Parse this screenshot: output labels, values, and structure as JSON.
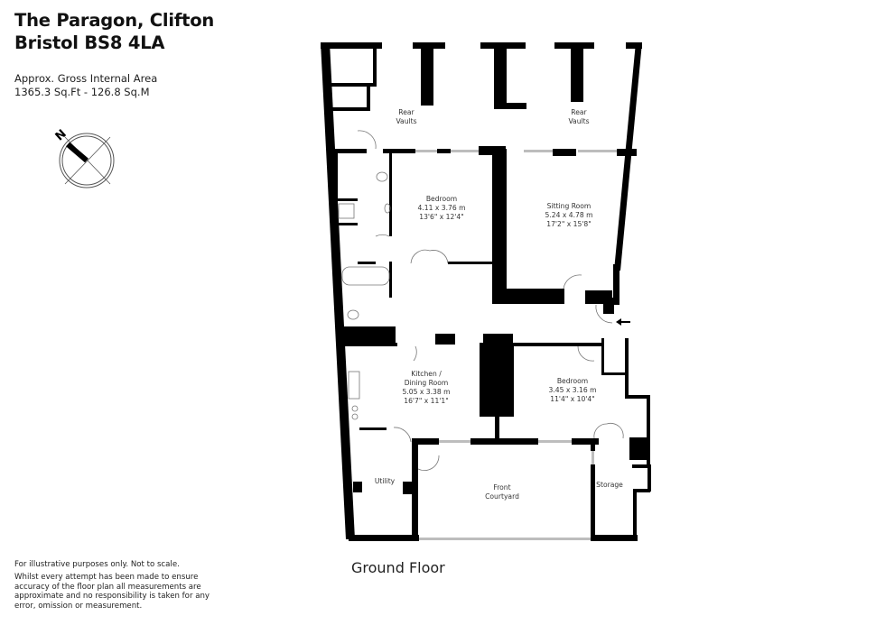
{
  "header": {
    "title_line1": "The Paragon, Clifton",
    "title_line2": "Bristol BS8 4LA",
    "area_label": "Approx. Gross Internal Area",
    "area_value": "1365.3 Sq.Ft - 126.8 Sq.M"
  },
  "compass": {
    "north_label": "N"
  },
  "floor": {
    "label": "Ground Floor"
  },
  "rooms": {
    "rear_vaults_left": {
      "name": "Rear",
      "name2": "Vaults"
    },
    "rear_vaults_right": {
      "name": "Rear",
      "name2": "Vaults"
    },
    "bedroom1": {
      "name": "Bedroom",
      "metric": "4.11 x 3.76 m",
      "imperial": "13'6\" x 12'4\""
    },
    "sitting_room": {
      "name": "Sitting Room",
      "metric": "5.24 x 4.78 m",
      "imperial": "17'2\" x 15'8\""
    },
    "kitchen": {
      "name": "Kitchen /",
      "name2": "Dining Room",
      "metric": "5.05 x 3.38 m",
      "imperial": "16'7\" x 11'1\""
    },
    "bedroom2": {
      "name": "Bedroom",
      "metric": "3.45 x 3.16 m",
      "imperial": "11'4\" x 10'4\""
    },
    "utility": {
      "name": "Utility"
    },
    "front_courtyard": {
      "name": "Front",
      "name2": "Courtyard"
    },
    "storage": {
      "name": "Storage"
    }
  },
  "footer": {
    "disclaimer_short": "For illustrative purposes only. Not to scale.",
    "disclaimer_long": "Whilst every attempt has been made to ensure accuracy of the floor plan all measurements are approximate and no responsibility is taken for any error, omission or measurement."
  },
  "colors": {
    "wall": "#000000",
    "window": "#bdbdbd",
    "text": "#333333"
  }
}
